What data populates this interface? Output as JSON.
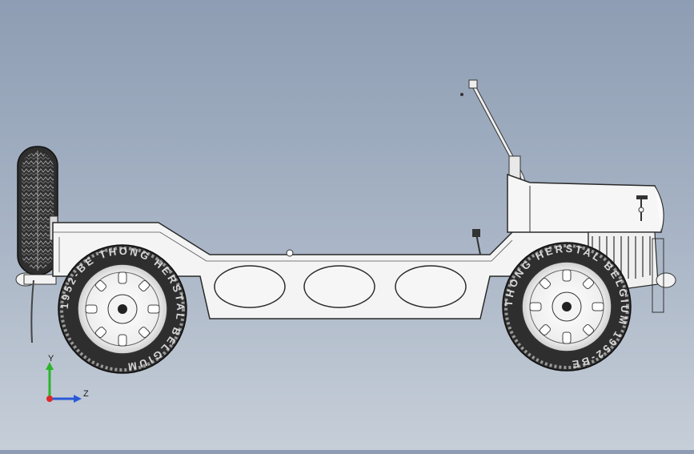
{
  "scene": {
    "background_top": "#8e9db3",
    "background_bottom": "#c6ced8",
    "body_color": "#f4f4f4",
    "outline_color": "#2a2a2a",
    "tire_color": "#2e2e2e",
    "sidewall_text": "THONG HERSTAL BELGIUM 1952-BE",
    "sidewall_text_rear": "1952-BE THONG HERSTAL BELGIUM"
  },
  "triad": {
    "y_label": "Y",
    "z_label": "Z",
    "y_color": "#2bb52b",
    "z_color": "#2a5ad8",
    "x_color": "#d82a2a"
  }
}
